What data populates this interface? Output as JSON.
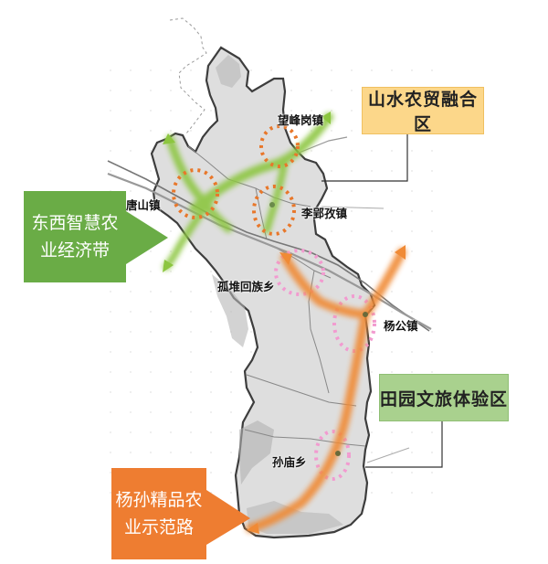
{
  "callouts": {
    "shanshui": {
      "label": "山水农贸融合区",
      "color": "#fcd78a"
    },
    "tianyuan": {
      "label": "田园文旅体验区",
      "color": "#a9d18e"
    },
    "dongxi": {
      "line1": "东西智慧农",
      "line2": "业经济带",
      "color": "#6aac46"
    },
    "yangsun": {
      "line1": "杨孙精品农",
      "line2": "业示范路",
      "color": "#ee7d31"
    }
  },
  "towns": {
    "wangfenggang": "望峰岗镇",
    "tangshan": "唐山镇",
    "liyingzi": "李郢孜镇",
    "guduihuizu": "孤堆回族乡",
    "yanggong": "杨公镇",
    "sunmiao": "孙庙乡"
  },
  "colors": {
    "region_fill": "#dcdcdc",
    "region_border": "#444444",
    "green_arrow": "#8cc63f",
    "orange_arrow": "#f08a35",
    "orange_dots": "#e8772a",
    "pink_dots": "#f29bd0"
  }
}
